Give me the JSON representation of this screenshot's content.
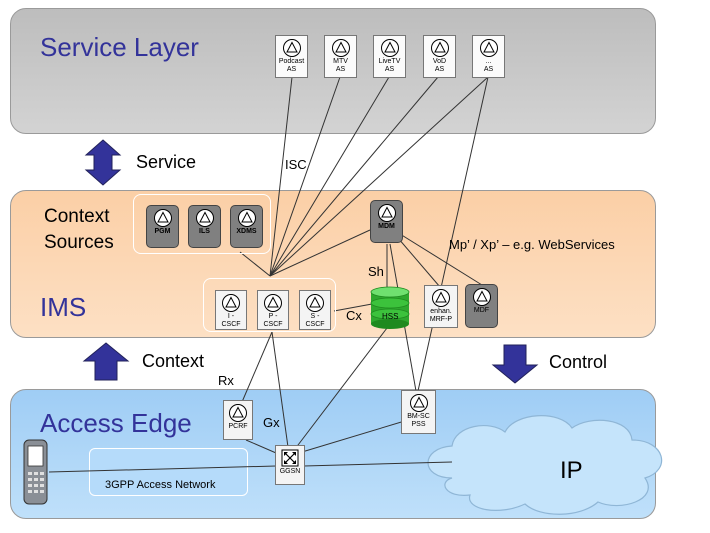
{
  "layers": {
    "service": {
      "title": "Service Layer"
    },
    "ims": {
      "title_context": "Context",
      "title_sources": "Sources",
      "title_ims": "IMS"
    },
    "access": {
      "title": "Access Edge"
    }
  },
  "app_servers": [
    {
      "line1": "Podcast",
      "line2": "AS"
    },
    {
      "line1": "MTV",
      "line2": "AS"
    },
    {
      "line1": "LiveTV",
      "line2": "AS"
    },
    {
      "line1": "VoD",
      "line2": "AS"
    },
    {
      "line1": "...",
      "line2": "AS"
    }
  ],
  "context_sources": [
    "PGM",
    "ILS",
    "XDMS"
  ],
  "cscf": [
    {
      "line1": "I -",
      "line2": "CSCF"
    },
    {
      "line1": "P -",
      "line2": "CSCF"
    },
    {
      "line1": "S -",
      "line2": "CSCF"
    }
  ],
  "nodes": {
    "mdm": "MDM",
    "hss": "HSS",
    "mrfp_line1": "enhan.",
    "mrfp_line2": "MRF-P",
    "mdf": "MDF",
    "pcrf": "PCRF",
    "bmsc_line1": "BM-SC",
    "bmsc_line2": "PSS",
    "ggsn": "GGSN"
  },
  "labels": {
    "service": "Service",
    "context": "Context",
    "control": "Control",
    "isc": "ISC",
    "sh": "Sh",
    "cx": "Cx",
    "rx": "Rx",
    "gx": "Gx",
    "webservices": "Mp’ / Xp’ – e.g. WebServices",
    "access_network": "3GPP Access Network",
    "ip": "IP"
  },
  "colors": {
    "service_layer": "#c8c8c8",
    "ims_layer": "#fcd5b0",
    "access_layer": "#a9d3f7",
    "arrow": "#33339a",
    "cloud": "#c5e4fb"
  }
}
